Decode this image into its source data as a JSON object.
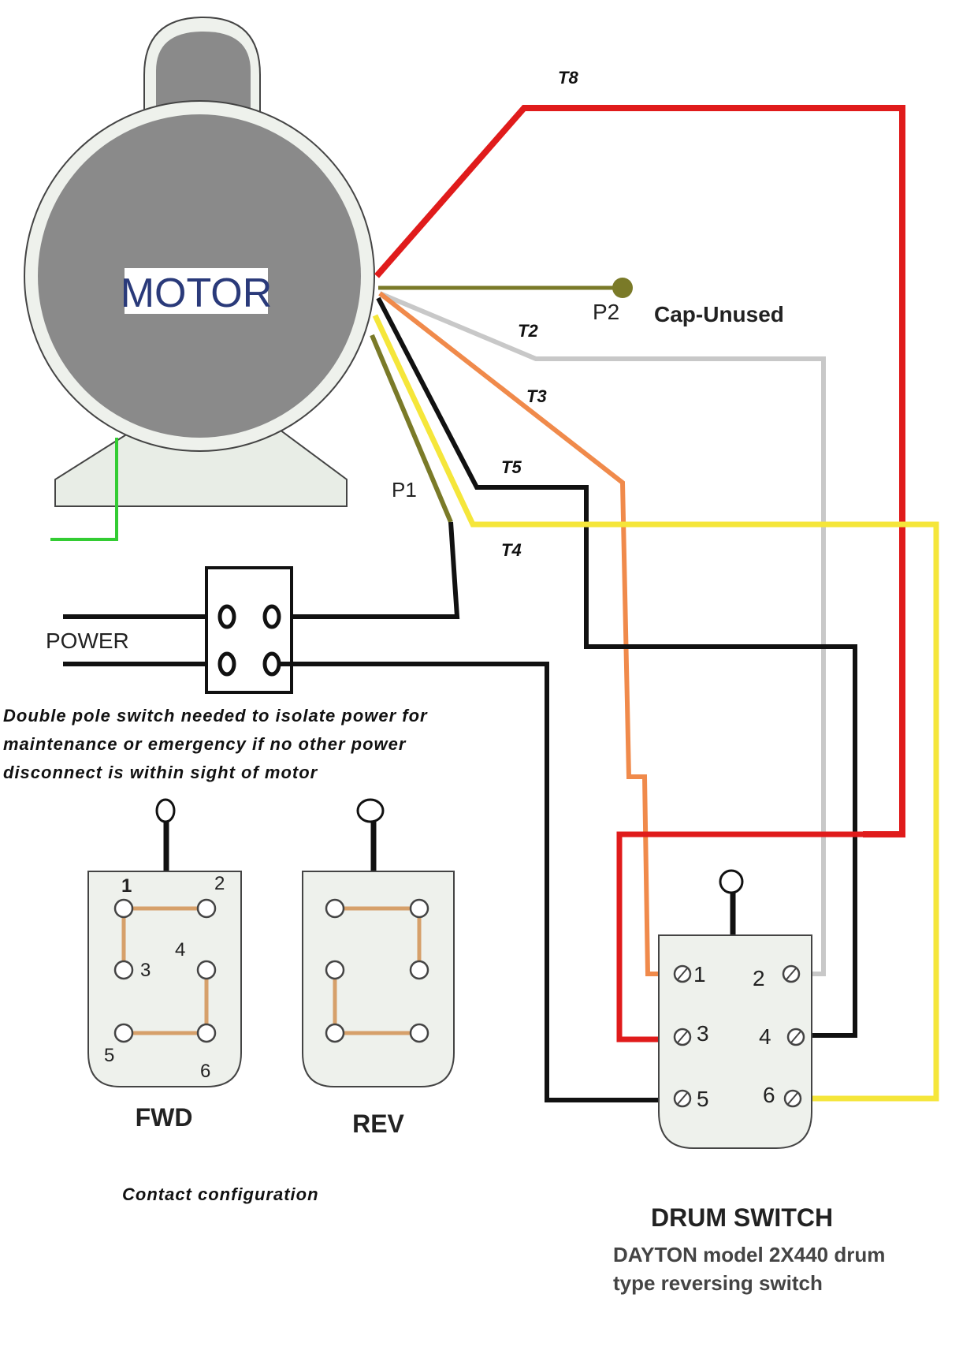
{
  "motor": {
    "label": "MOTOR"
  },
  "wires": {
    "t8": "T8",
    "t2": "T2",
    "t3": "T3",
    "t5": "T5",
    "t4": "T4",
    "p1": "P1",
    "p2": "P2"
  },
  "cap_unused": "Cap-Unused",
  "power": {
    "label": "POWER"
  },
  "note_lines": [
    "Double pole switch needed to isolate power for",
    "maintenance or emergency if no other power",
    "disconnect is within sight of motor"
  ],
  "fwd": {
    "label": "FWD",
    "terminals": [
      "1",
      "2",
      "3",
      "4",
      "5",
      "6"
    ]
  },
  "rev": {
    "label": "REV"
  },
  "contact_caption": "Contact configuration",
  "drum_switch": {
    "title": "DRUM SWITCH",
    "terminals": [
      "1",
      "2",
      "3",
      "4",
      "5",
      "6"
    ],
    "desc_lines": [
      "DAYTON model 2X440 drum",
      "type reversing switch"
    ]
  },
  "colors": {
    "t8": "#e01b1b",
    "t2": "#c8c8c8",
    "t3": "#f08a4b",
    "t5": "#111111",
    "t4": "#f5e63a",
    "p1": "#7a7a28",
    "p2": "#7a7a28",
    "ground": "#33cc33",
    "motor_body": "#8a8a8a",
    "contact_link": "#d6a06a"
  }
}
